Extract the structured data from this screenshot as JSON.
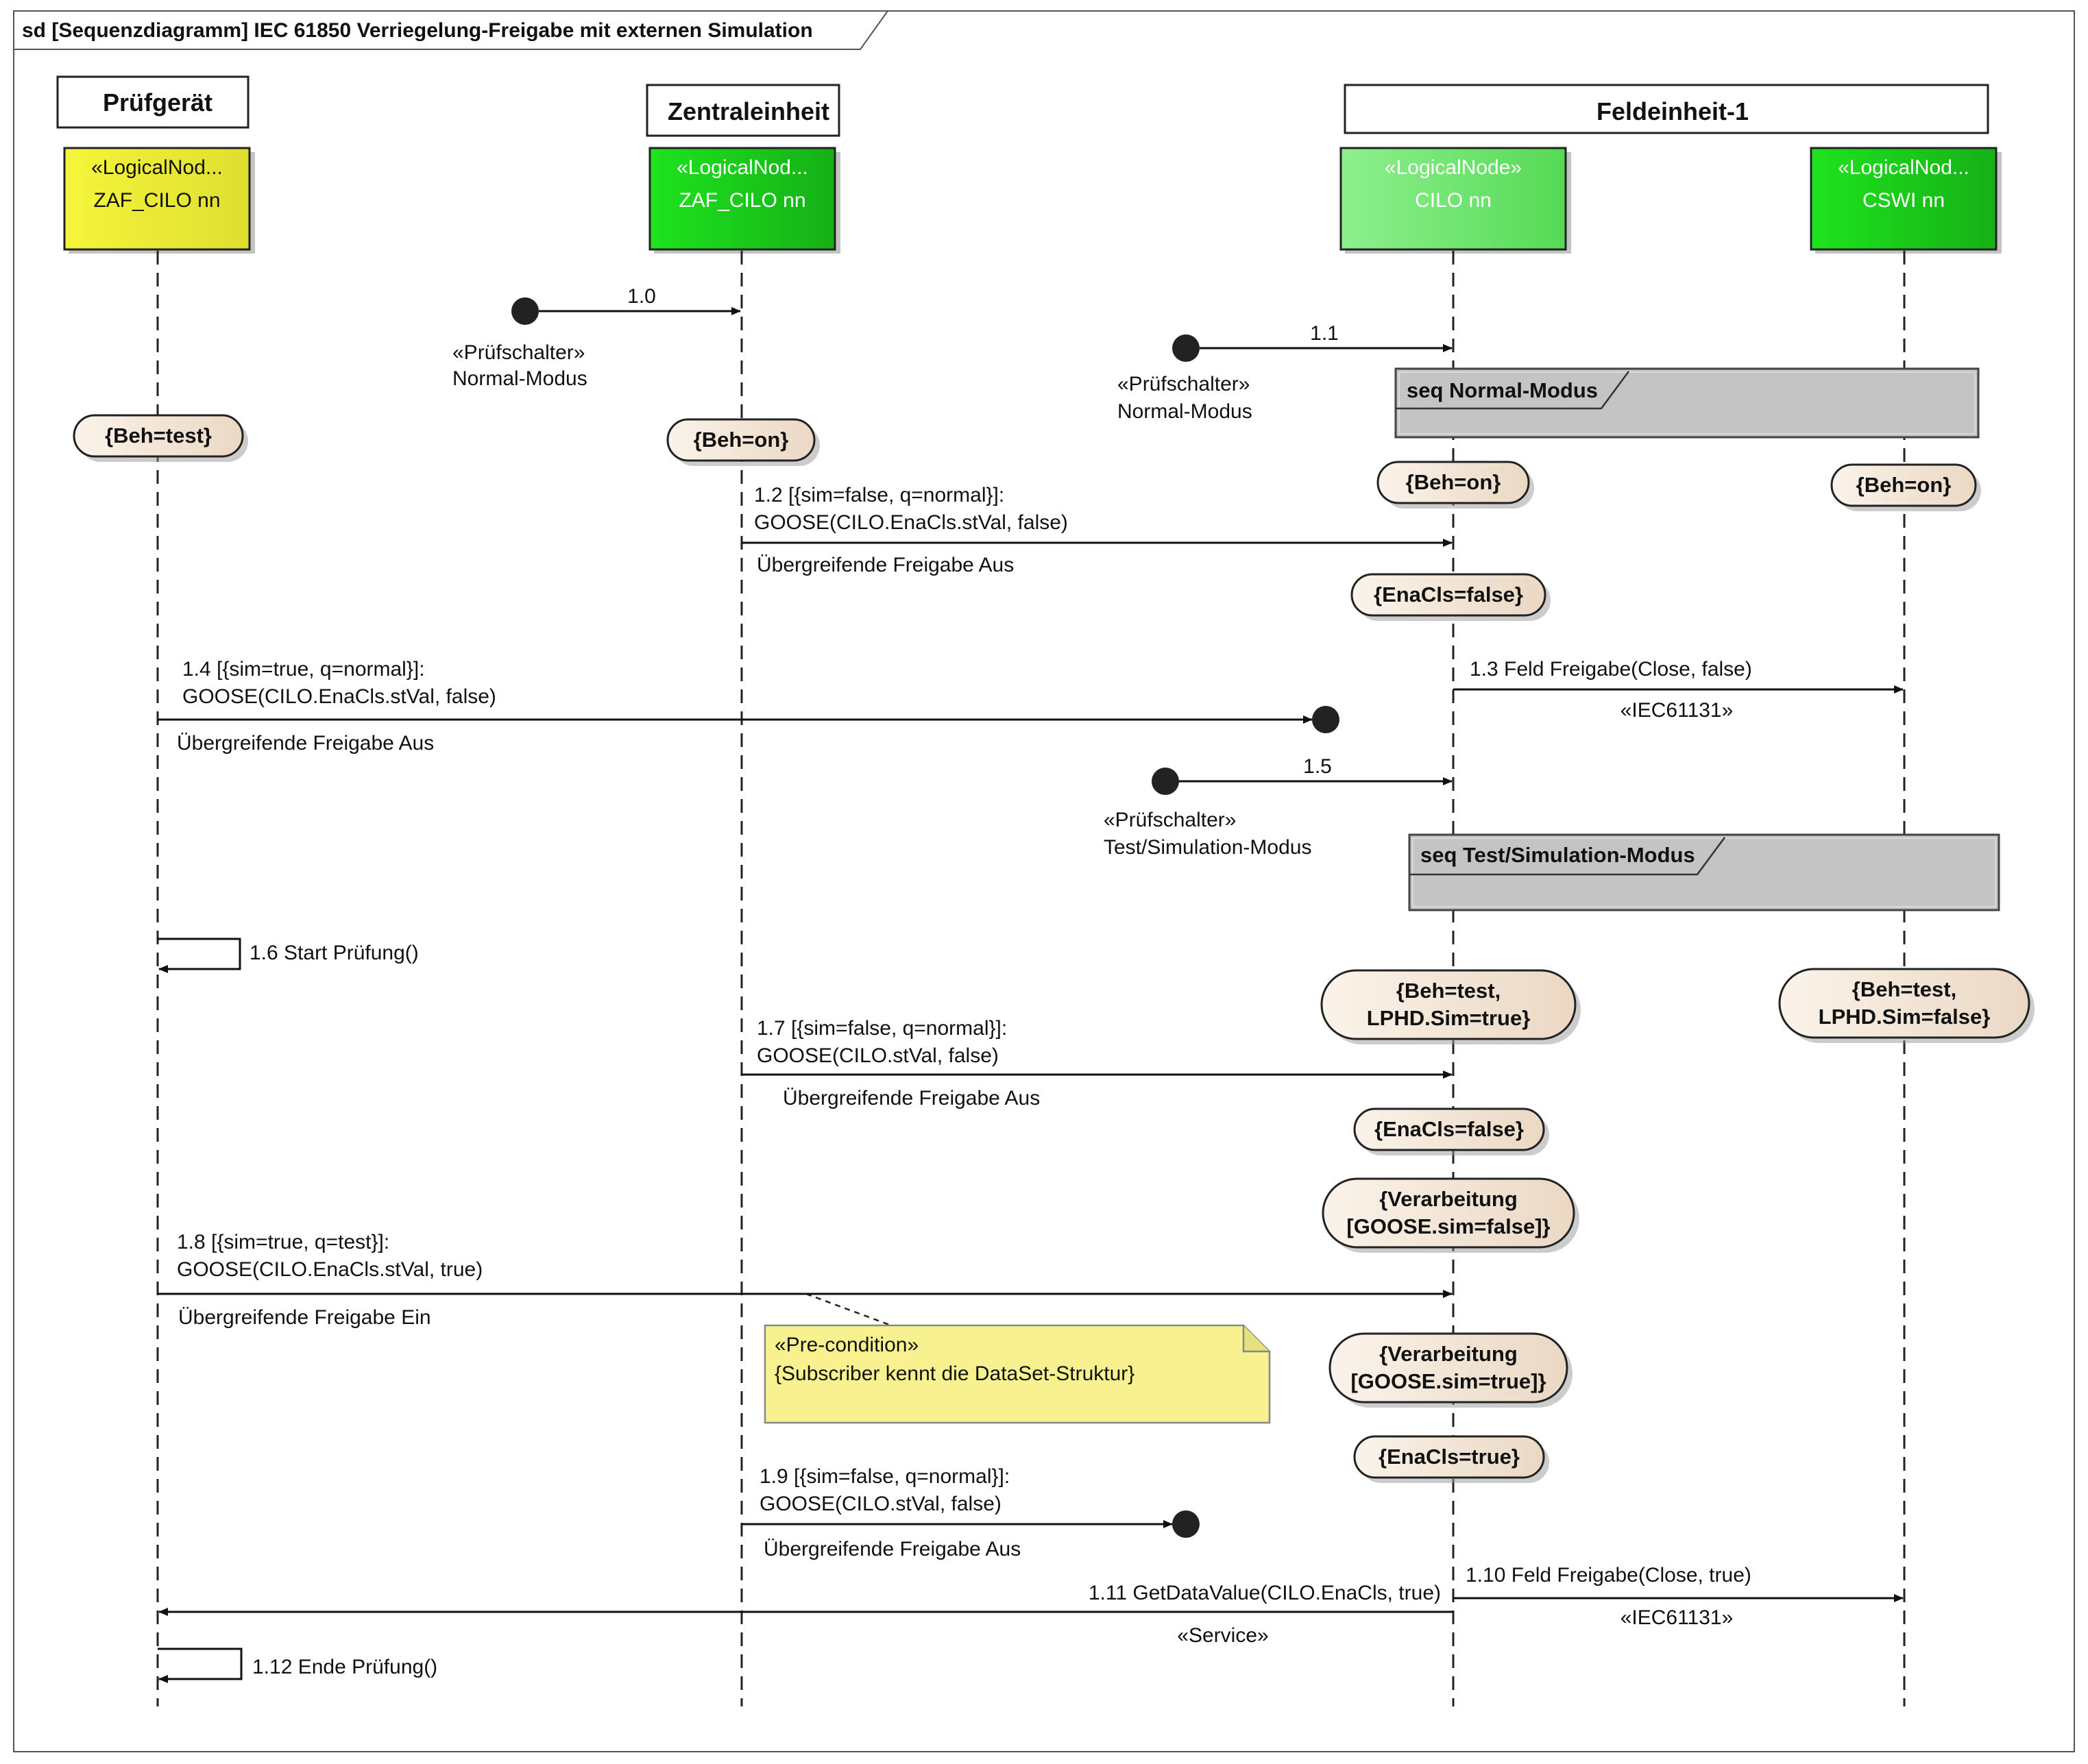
{
  "diagram": {
    "title": "sd [Sequenzdiagramm] IEC 61850  Verriegelung-Freigabe mit  externen Simulation",
    "groups": {
      "pruefgeraet": "Prüfgerät",
      "zentraleinheit": "Zentraleinheit",
      "feldeinheit": "Feldeinheit-1"
    },
    "lifelines": {
      "p": {
        "stereotype": "«LogicalNod...",
        "name": "ZAF_CILO nn"
      },
      "z": {
        "stereotype": "«LogicalNod...",
        "name": "ZAF_CILO nn"
      },
      "c": {
        "stereotype": "«LogicalNode»",
        "name": "CILO nn"
      },
      "s": {
        "stereotype": "«LogicalNod...",
        "name": "CSWI nn"
      }
    },
    "colors": {
      "yellow": "#f2f23a",
      "green": "#1bd81b",
      "lightgreen": "#6fe86f",
      "state": "#f3e6d6",
      "fragment": "#c4c4c4",
      "note": "#f7f28f"
    },
    "states": {
      "p_beh": "{Beh=test}",
      "z_beh": "{Beh=on}",
      "c_beh": "{Beh=on}",
      "s_beh": "{Beh=on}",
      "c_ena1": "{EnaCls=false}",
      "c_test_1": "{Beh=test,",
      "c_test_2": "LPHD.Sim=true}",
      "s_test_1": "{Beh=test,",
      "s_test_2": "LPHD.Sim=false}",
      "c_ena2": "{EnaCls=false}",
      "c_verarb1_1": "{Verarbeitung",
      "c_verarb1_2": "[GOOSE.sim=false]}",
      "c_verarb2_1": "{Verarbeitung",
      "c_verarb2_2": "[GOOSE.sim=true]}",
      "c_ena3": "{EnaCls=true}"
    },
    "fragments": {
      "normal": "seq Normal-Modus",
      "test": "seq Test/Simulation-Modus"
    },
    "note": {
      "line1": "«Pre-condition»",
      "line2": "{Subscriber kennt die DataSet-Struktur}"
    },
    "messages": {
      "m10": {
        "label": "1.0",
        "source_1": "«Prüfschalter»",
        "source_2": "Normal-Modus"
      },
      "m11": {
        "label": "1.1",
        "source_1": "«Prüfschalter»",
        "source_2": "Normal-Modus"
      },
      "m12": {
        "label_1": "1.2 [{sim=false, q=normal}]:",
        "label_2": "GOOSE(CILO.EnaCls.stVal, false)",
        "below": "Übergreifende Freigabe Aus"
      },
      "m13": {
        "label": "1.3 Feld Freigabe(Close, false)",
        "stereotype": "«IEC61131»"
      },
      "m14": {
        "label_1": "1.4 [{sim=true, q=normal}]:",
        "label_2": "GOOSE(CILO.EnaCls.stVal, false)",
        "below": "Übergreifende Freigabe Aus"
      },
      "m15": {
        "label": "1.5",
        "source_1": "«Prüfschalter»",
        "source_2": "Test/Simulation-Modus"
      },
      "m16": {
        "label": "1.6 Start Prüfung()"
      },
      "m17": {
        "label_1": "1.7 [{sim=false, q=normal}]:",
        "label_2": "GOOSE(CILO.stVal, false)",
        "below": "Übergreifende Freigabe Aus"
      },
      "m18": {
        "label_1": "1.8 [{sim=true, q=test}]:",
        "label_2": "GOOSE(CILO.EnaCls.stVal, true)",
        "below": "Übergreifende Freigabe Ein"
      },
      "m19": {
        "label_1": "1.9 [{sim=false, q=normal}]:",
        "label_2": "GOOSE(CILO.stVal, false)",
        "below": "Übergreifende Freigabe Aus"
      },
      "m110": {
        "label": "1.10 Feld Freigabe(Close, true)",
        "stereotype": "«IEC61131»"
      },
      "m111": {
        "label": "1.11 GetDataValue(CILO.EnaCls, true)",
        "stereotype": "«Service»"
      },
      "m112": {
        "label": "1.12 Ende Prüfung()"
      }
    }
  }
}
